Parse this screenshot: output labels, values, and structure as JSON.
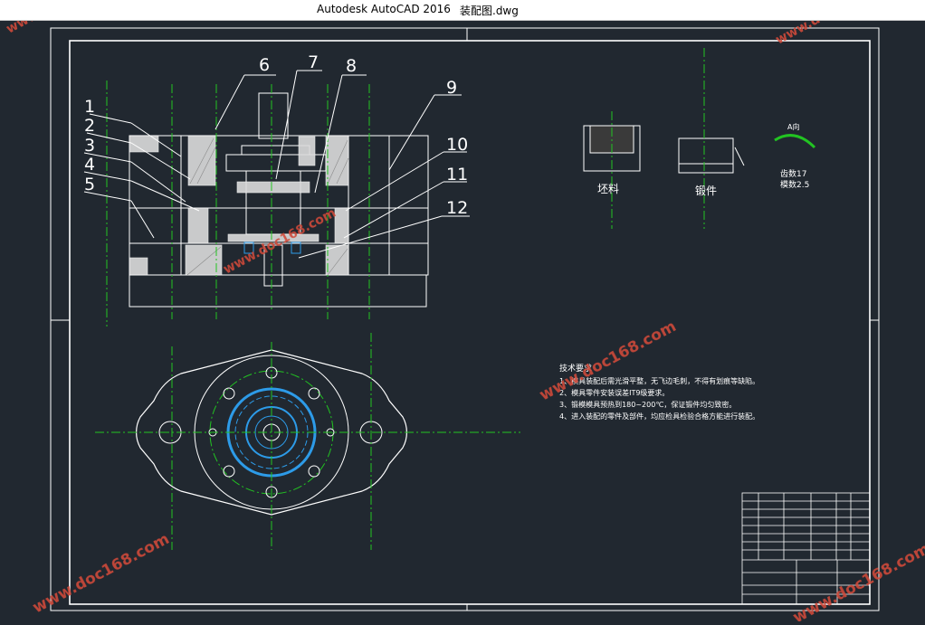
{
  "window": {
    "app_title": "Autodesk AutoCAD 2016",
    "file_name": "装配图.dwg"
  },
  "part_labels": [
    "1",
    "2",
    "3",
    "4",
    "5",
    "6",
    "7",
    "8",
    "9",
    "10",
    "11",
    "12"
  ],
  "views": {
    "blank_label": "坯料",
    "forging_label": "锻件",
    "detail_line1": "齿数17",
    "detail_line2": "模数2.5"
  },
  "tech_requirements": {
    "heading": "技术要求",
    "items": [
      "1、模具装配后需光滑平整，无飞边毛刺，不得有划痕等缺陷。",
      "2、模具零件安装误差IT9级要求。",
      "3、锻模模具预热到180~200℃，保证锻件均匀致密。",
      "4、进入装配的零件及部件，均应检具检验合格方能进行装配。"
    ]
  },
  "watermark": "www.doc168.com",
  "colors": {
    "background": "#212830",
    "lines": "#ffffff",
    "center": "#22c422",
    "hidden": "#2d9be8",
    "watermark": "#d04a3a"
  }
}
